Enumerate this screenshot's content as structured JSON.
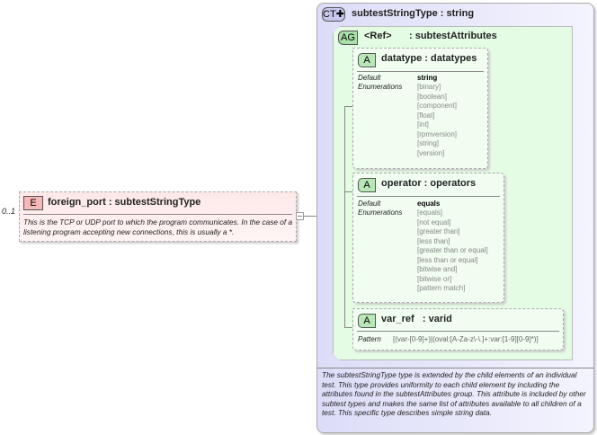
{
  "element": {
    "badge": "E",
    "multiplicity": "0..1",
    "title": "foreign_port : subtestStringType",
    "description": "This is the TCP or UDP port to which the program communicates.  In the case of a listening program accepting new connections, this is usually a *."
  },
  "complex_type": {
    "badge": "CT",
    "title": "subtestStringType : string",
    "description": "The subtestStringType type is extended by the child elements of an individual test.  This type provides uniformity to each child element by including the attributes found in the subtestAttributes group.  This attribute is included by other subtest types and makes the same list of attributes available to all children of a test.  This specific type describes simple string data."
  },
  "attribute_group": {
    "badge": "AG",
    "ref": "<Ref>",
    "name": ": subtestAttributes"
  },
  "attributes": [
    {
      "badge": "A",
      "title": "datatype : datatypes",
      "default_label": "Default",
      "default": "string",
      "enum_label": "Enumerations",
      "enumerations": [
        "[binary]",
        "[boolean]",
        "[component]",
        "[float]",
        "[int]",
        "[rpmversion]",
        "[string]",
        "[version]"
      ]
    },
    {
      "badge": "A",
      "title": "operator : operators",
      "default_label": "Default",
      "default": "equals",
      "enum_label": "Enumerations",
      "enumerations": [
        "[equals]",
        "[not equal]",
        "[greater than]",
        "[less than]",
        "[greater than or equal]",
        "[less than or equal]",
        "[bitwise and]",
        "[bitwise or]",
        "[pattern match]"
      ]
    },
    {
      "badge": "A",
      "title": "var_ref   : varid",
      "pattern_label": "Pattern",
      "pattern": "[(var-[0-9]+)|(oval:[A-Za-z\\-\\.]+:var:[1-9][0-9]*)]"
    }
  ]
}
